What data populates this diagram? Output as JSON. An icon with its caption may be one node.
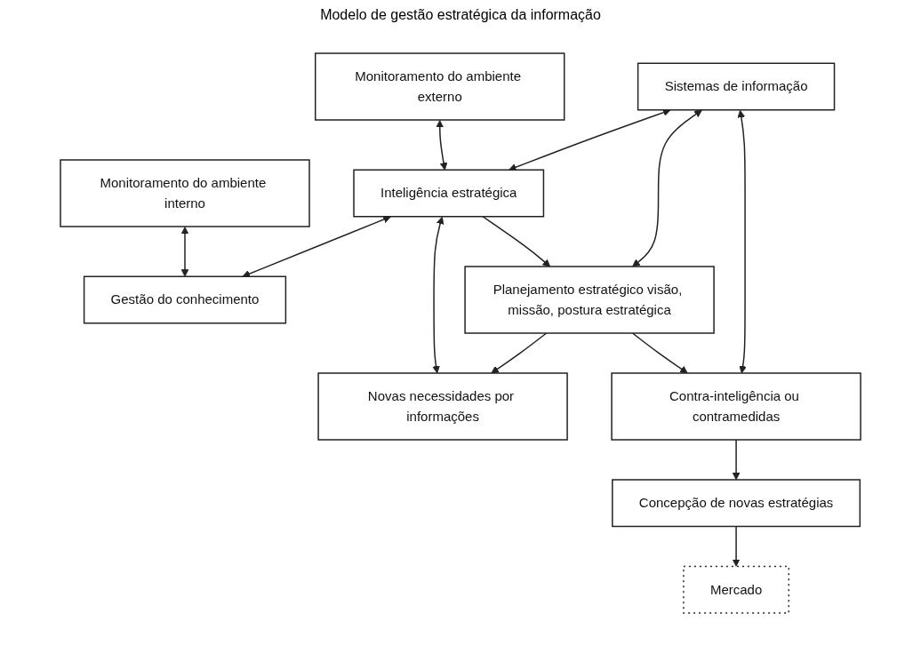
{
  "diagram": {
    "title": "Modelo de gestão estratégica da informação",
    "nodes": [
      {
        "text": [
          "Monitoramento do ambiente externo"
        ]
      },
      {
        "text": [
          "Monitoramento do ambiente interno"
        ]
      },
      {
        "text": [
          "Sistemas de informação"
        ]
      },
      {
        "text": [
          "Inteligência estratégica"
        ]
      },
      {
        "text": [
          "Gestão do conhecimento"
        ]
      },
      {
        "text": [
          "Planejamento estratégico visão, missão, postura estratégica"
        ]
      },
      {
        "text": [
          "Novas necessidades por informações"
        ]
      },
      {
        "text": [
          "Contra-inteligência ou contramedidas"
        ]
      },
      {
        "text": [
          "Concepção de novas estratégias"
        ]
      },
      {
        "text": [
          "Mercado"
        ]
      }
    ],
    "edges": [
      {
        "from": 0,
        "to": 3,
        "arrow": "both"
      },
      {
        "from": 1,
        "to": 4,
        "arrow": "both"
      },
      {
        "from": 2,
        "to": 3,
        "arrow": "both"
      },
      {
        "from": 3,
        "to": 4,
        "arrow": "both"
      },
      {
        "from": 3,
        "to": 5,
        "arrow": "to"
      },
      {
        "from": 3,
        "to": 6,
        "arrow": "both"
      },
      {
        "from": 2,
        "to": 5,
        "arrow": "both"
      },
      {
        "from": 5,
        "to": 6,
        "arrow": "to"
      },
      {
        "from": 5,
        "to": 7,
        "arrow": "to"
      },
      {
        "from": 2,
        "to": 7,
        "arrow": "both"
      },
      {
        "from": 7,
        "to": 8,
        "arrow": "to"
      },
      {
        "from": 8,
        "to": 9,
        "arrow": "to"
      }
    ]
  }
}
